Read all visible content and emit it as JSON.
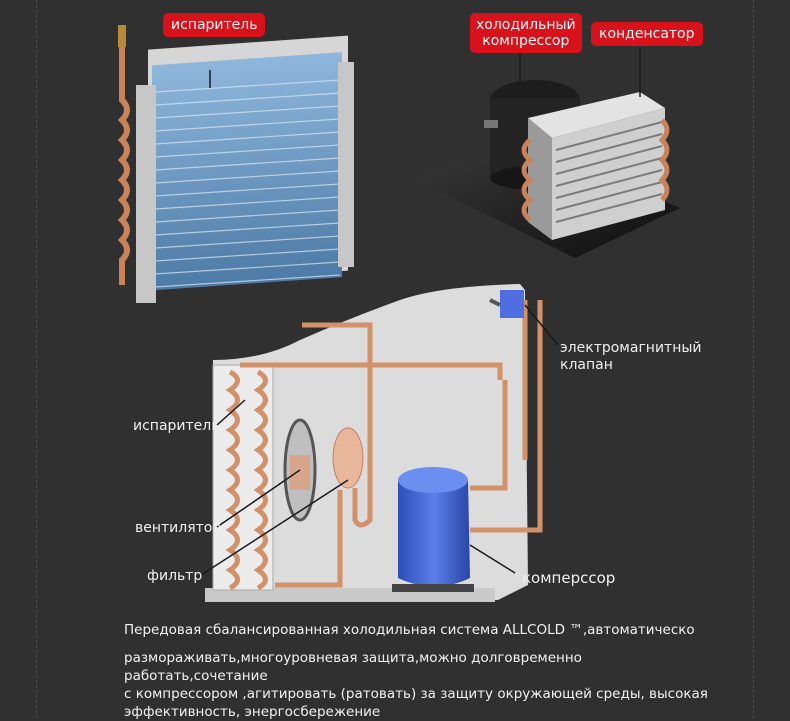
{
  "labels": {
    "evaporator_top": "испаритель",
    "compressor_top_line1": "холодильный",
    "compressor_top_line2": "компрессор",
    "condenser_top": "конденсатор",
    "solenoid_line1": "электромагнитный",
    "solenoid_line2": "клапан",
    "evaporator_side": "испаритель",
    "fan": "вентилятор",
    "filter": "фильтр",
    "compressor_side": "комперссор"
  },
  "caption": {
    "line1": "Передовая сбалансированная холодильная система ALLCOLD ™,автоматическо",
    "line2": "размораживать,многоуровневая защита,можно долговременно работать,сочетание",
    "line3": "с компрессором ,агитировать (ратовать) за защиту окружающей среды, высокая",
    "line4": "эффективность, энергосбережение"
  },
  "colors": {
    "background": "#303030",
    "tag_red": "#d8121b",
    "copper": "#c9835a",
    "compressor_blue": "#3f63d6",
    "fin_blue": "#6f9ec9"
  },
  "icons": [
    "evaporator-photo",
    "condensing-unit-photo",
    "refrigeration-schematic"
  ]
}
